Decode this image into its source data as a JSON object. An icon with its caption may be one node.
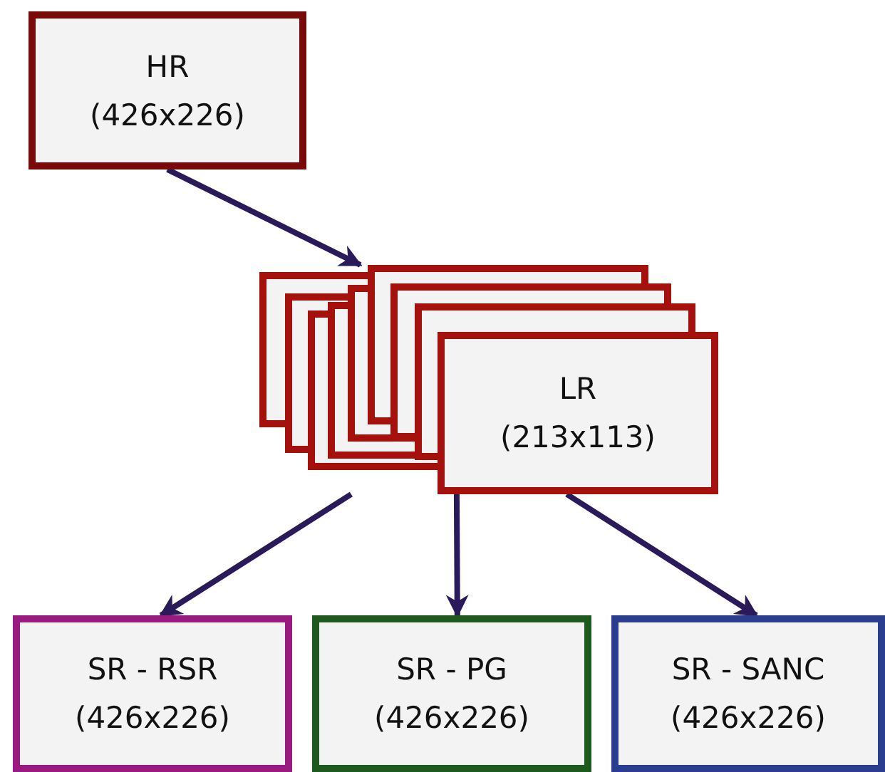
{
  "diagram": {
    "nodes": [
      {
        "text": [
          "HR",
          "(426x226)"
        ]
      },
      {
        "text": [
          "LR",
          "(213x113)"
        ]
      },
      {
        "text": [
          "SR - RSR",
          "(426x226)"
        ]
      },
      {
        "text": [
          "SR - PG",
          "(426x226)"
        ]
      },
      {
        "text": [
          "SR - SANC",
          "(426x226)"
        ]
      }
    ],
    "edges": [
      {
        "from": 0,
        "to": 1,
        "arrow": "to"
      },
      {
        "from": 1,
        "to": 2,
        "arrow": "to"
      },
      {
        "from": 1,
        "to": 3,
        "arrow": "to"
      },
      {
        "from": 1,
        "to": 4,
        "arrow": "to"
      }
    ]
  }
}
